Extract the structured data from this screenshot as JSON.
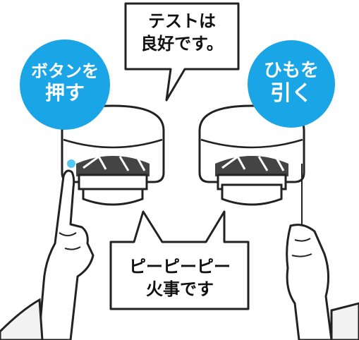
{
  "speech_top": {
    "line1": "テストは",
    "line2": "良好です。"
  },
  "speech_bottom": {
    "line1": "ピーピーピー",
    "line2": "火事です"
  },
  "left_label": {
    "line1": "ボタンを",
    "line2": "押す"
  },
  "right_label": {
    "line1": "ひもを",
    "line2": "引く"
  },
  "colors": {
    "accent_blue": "#1aa6e6",
    "indicator_light": "#55c8f0",
    "outline": "#222222",
    "skin": "#ffffff",
    "sleeve": "#f2f2f2"
  },
  "icons": [
    "smoke-detector-icon",
    "hand-pointing-icon",
    "hand-pulling-string-icon",
    "speech-bubble-icon"
  ]
}
